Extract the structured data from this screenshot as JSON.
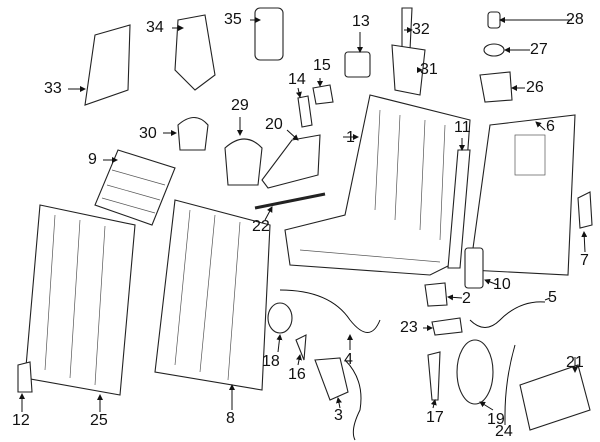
{
  "diagram": {
    "title": "Rear seat components exploded view",
    "callouts": [
      "1",
      "2",
      "3",
      "4",
      "5",
      "6",
      "7",
      "8",
      "9",
      "10",
      "11",
      "12",
      "13",
      "14",
      "15",
      "16",
      "17",
      "18",
      "19",
      "20",
      "21",
      "22",
      "23",
      "24",
      "25",
      "26",
      "27",
      "28",
      "29",
      "30",
      "31",
      "32",
      "33",
      "34",
      "35"
    ]
  }
}
